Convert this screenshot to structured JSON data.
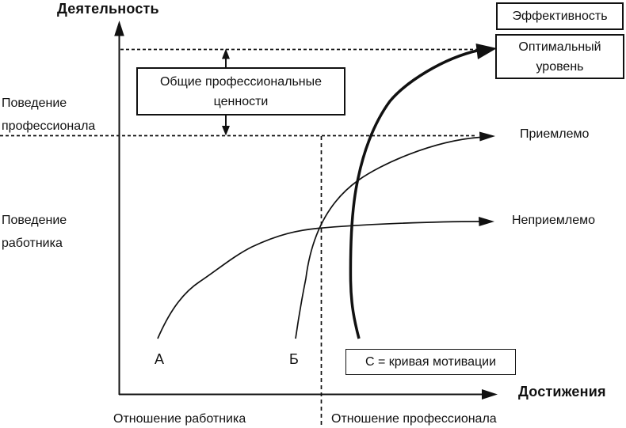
{
  "meta": {
    "ink_color": "#111111",
    "background_color": "#ffffff"
  },
  "axes": {
    "y_title": "Деятельность",
    "x_title": "Достижения"
  },
  "left_labels": {
    "professional_behavior": "Поведение\nпрофессионала",
    "worker_behavior": "Поведение\nработника"
  },
  "boxes": {
    "effectiveness": "Эффективность",
    "optimal_level": "Оптимальный\nуровень",
    "shared_values": "Общие профессиональные\nценности",
    "motivation_legend": "С = кривая мотивации"
  },
  "level_labels": {
    "acceptable": "Приемлемо",
    "unacceptable": "Неприемлемо"
  },
  "curve_labels": {
    "curve_a": "А",
    "curve_b": "Б"
  },
  "bottom_labels": {
    "worker_attitude": "Отношение работника",
    "professional_attitude": "Отношение профессионала"
  }
}
